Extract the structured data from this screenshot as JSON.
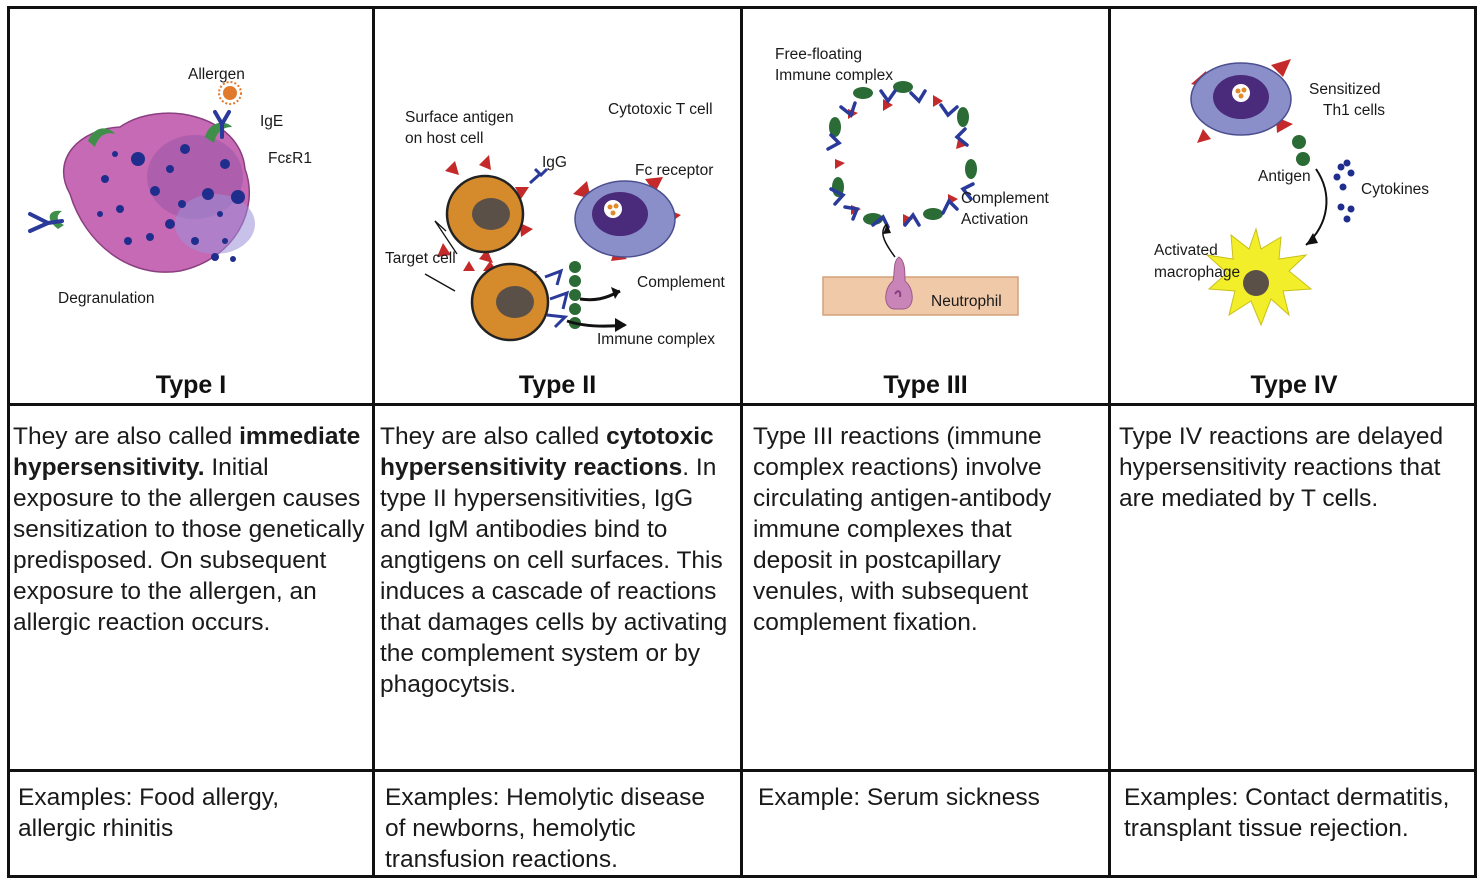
{
  "columns": [
    {
      "title": "Type I",
      "figure_labels": {
        "allergen": "Allergen",
        "ige": "IgE",
        "receptor": "FcεR1",
        "degranulation": "Degranulation"
      },
      "description": [
        {
          "text": "They are also called ",
          "bold": false
        },
        {
          "text": "immediate hypersensitivity.",
          "bold": true
        },
        {
          "text": " Initial exposure to the allergen causes sensitization to those genetically predisposed. On subsequent exposure to the allergen, an allergic reaction occurs.",
          "bold": false
        }
      ],
      "examples": "Examples: Food allergy, allergic rhinitis"
    },
    {
      "title": "Type II",
      "figure_labels": {
        "surface_antigen": "Surface antigen",
        "on_host_cell": "on host cell",
        "igg": "IgG",
        "cytotoxic": "Cytotoxic T cell",
        "fc_receptor": "Fc receptor",
        "target_cell": "Target cell",
        "complement": "Complement",
        "immune_complex": "Immune complex"
      },
      "description": [
        {
          "text": "They are also called ",
          "bold": false
        },
        {
          "text": "cytotoxic hypersensitivity reactions",
          "bold": true
        },
        {
          "text": ". In type II hypersensitivities, IgG and IgM antibodies bind to angtigens on cell surfaces. This induces a cascade of reactions that damages cells by activating the complement system or by phagocytsis.",
          "bold": false
        }
      ],
      "examples": "Examples: Hemolytic disease of newborns, hemolytic transfusion reactions."
    },
    {
      "title": "Type III",
      "figure_labels": {
        "free_floating": "Free-floating",
        "immune_complex": "Immune complex",
        "complement": "Complement",
        "activation": "Activation",
        "neutrophil": "Neutrophil"
      },
      "description": [
        {
          "text": "Type III reactions (immune complex reactions) involve circulating antigen-antibody immune complexes that deposit in postcapillary venules, with subsequent complement fixation.",
          "bold": false
        }
      ],
      "examples": "Example: Serum sickness"
    },
    {
      "title": "Type IV",
      "figure_labels": {
        "sensitized": "Sensitized",
        "th1": "Th1 cells",
        "antigen": "Antigen",
        "cytokines": "Cytokines",
        "activated": "Activated",
        "macrophage": "macrophage"
      },
      "description": [
        {
          "text": "Type IV reactions are delayed hypersensitivity reactions that are mediated by T cells.",
          "bold": false
        }
      ],
      "examples": "Examples: Contact dermatitis, transplant tissue rejection."
    }
  ],
  "colors": {
    "mast_cell": "#c76ab5",
    "granule": "#1f2e8c",
    "antibody": "#2a3a9a",
    "receptor": "#3f8f4a",
    "target_cell": "#d58a2c",
    "nucleus": "#5a5048",
    "tcell": "#8b8fc9",
    "spike": "#c42a2a",
    "complement": "#2b6b35",
    "vessel": "#f0c9a8",
    "neutrophil": "#c985b8",
    "macrophage": "#f3ee2a"
  }
}
